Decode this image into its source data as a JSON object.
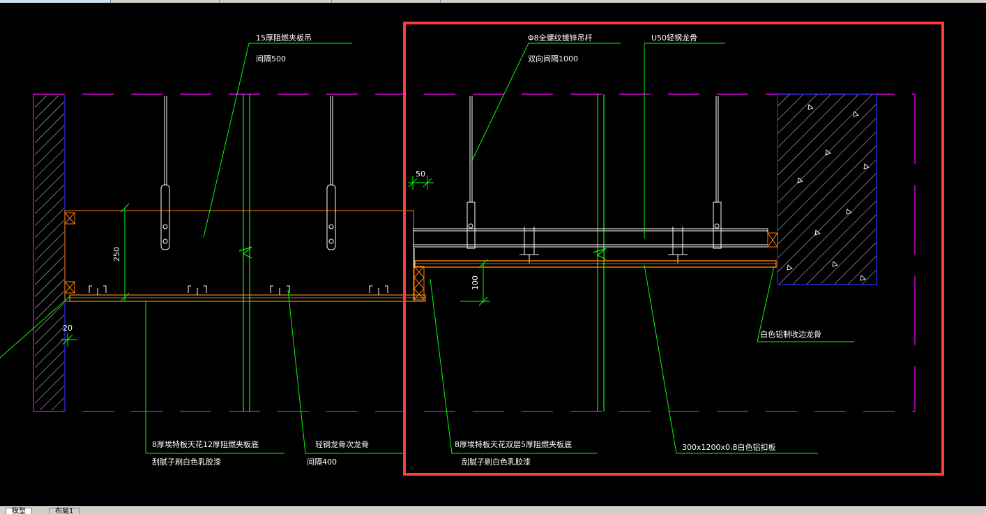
{
  "labels": {
    "l1a": "15厚阻燃夹板吊",
    "l1b": "间隔500",
    "l2a": "Φ8全螺纹镀锌吊杆",
    "l2b": "双向间隔1000",
    "l3": "U50轻钢龙骨",
    "l4": "白色铝制收边龙骨",
    "l5a": "8厚埃特板天花12厚阻燃夹板底",
    "l5b": "刮腻子刷白色乳胶漆",
    "l6a": "轻钢龙骨次龙骨",
    "l6b": "间隔400",
    "l7a": "8厚埃特板天花双层5厚阻燃夹板底",
    "l7b": "刮腻子刷白色乳胶漆",
    "l8": "300x1200x0.8白色铝扣板"
  },
  "dimensions": {
    "d50": "50",
    "d250": "250",
    "d100": "100",
    "d20": "20"
  },
  "tabs": [
    "模型",
    "布局1"
  ],
  "colors": {
    "background": "#000000",
    "leader": "#00ff00",
    "wall": "#ff00ff",
    "ceiling": "#ff8000",
    "highlight": "#ff3b3b",
    "text": "#ffffff",
    "hatch": "#ffffff",
    "grid_blue": "#0000ff"
  }
}
